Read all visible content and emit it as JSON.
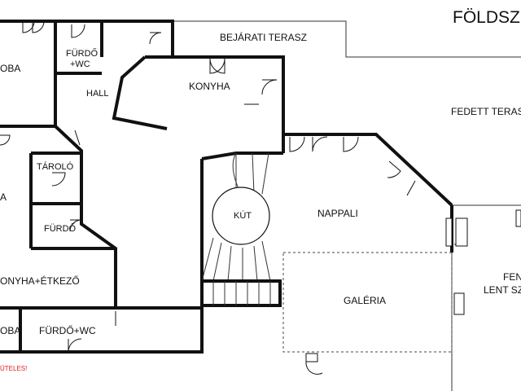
{
  "title": "FÖLDSZI",
  "rooms": {
    "bejarati_terasz": "BEJÁRATI TERASZ",
    "furdo_wc_top": "FÜRDŐ",
    "furdo_wc_top_2": "+WC",
    "szoba_top": "OBA",
    "hall": "HALL",
    "konyha": "KONYHA",
    "fedett_terasz": "FEDETT TERASZ",
    "tarolo": "TÁROLÓ",
    "left_mid": "A",
    "kut": "KÚT",
    "nappali": "NAPPALI",
    "furdo_mid": "FÜRDŐ",
    "konyha_etkezo": "ONYHA+ÉTKEZŐ",
    "galeria": "GALÉRIA",
    "right_label_1": "FEN",
    "right_label_2": "LENT SZ",
    "szoba_bottom": "OBA",
    "furdo_wc_bottom": "FÜRDŐ+WC"
  },
  "note": "ÜTELES!",
  "colors": {
    "wall": "#111111",
    "note": "#e01b1b"
  }
}
